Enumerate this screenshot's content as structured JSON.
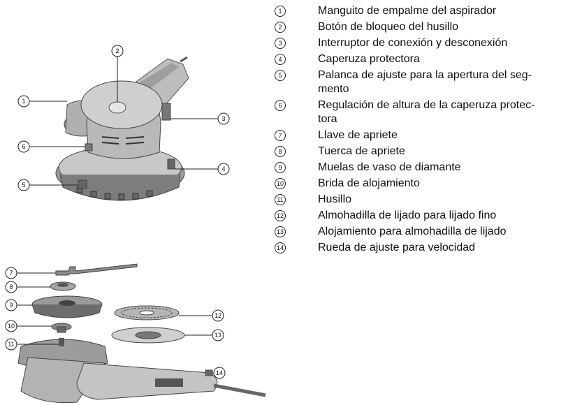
{
  "legend": [
    {
      "num": "1",
      "text": "Manguito de empalme del aspirador"
    },
    {
      "num": "2",
      "text": "Botón de bloqueo del husillo"
    },
    {
      "num": "3",
      "text": "Interruptor de conexión y desconexión"
    },
    {
      "num": "4",
      "text": "Caperuza protectora"
    },
    {
      "num": "5",
      "text": "Palanca de ajuste para la apertura del seg-mento"
    },
    {
      "num": "6",
      "text": "Regulación de altura de la caperuza protec-tora"
    },
    {
      "num": "7",
      "text": "Llave de apriete"
    },
    {
      "num": "8",
      "text": "Tuerca de apriete"
    },
    {
      "num": "9",
      "text": "Muelas de vaso de diamante"
    },
    {
      "num": "10",
      "text": "Brida de alojamiento"
    },
    {
      "num": "11",
      "text": "Husillo"
    },
    {
      "num": "12",
      "text": "Almohadilla de lijado para lijado fino"
    },
    {
      "num": "13",
      "text": "Alojamiento para almohadilla de lijado"
    },
    {
      "num": "14",
      "text": "Rueda de ajuste para velocidad"
    }
  ]
}
